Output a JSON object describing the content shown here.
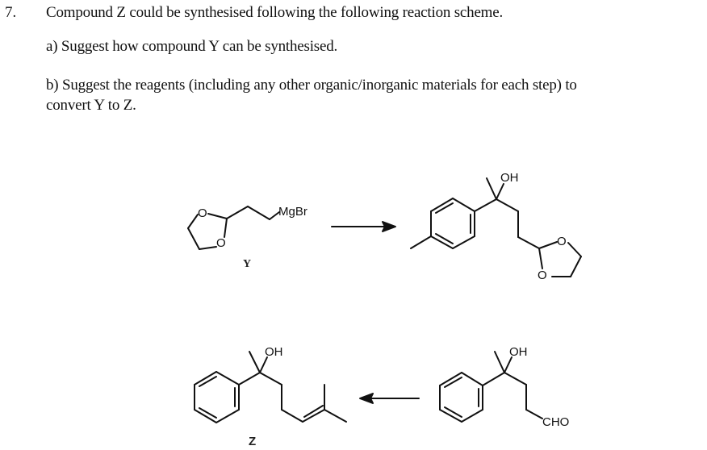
{
  "question": {
    "number": "7.",
    "intro": "Compound Z could be synthesised following the following reaction scheme.",
    "part_a": "a) Suggest how compound Y can be synthesised.",
    "part_b_line1": "b) Suggest the reagents (including any other organic/inorganic materials for each step) to",
    "part_b_line2": "convert Y to Z."
  },
  "scheme": {
    "compound_y": {
      "label": "Y",
      "substituent": "MgBr",
      "ring_atoms": [
        "O",
        "O"
      ]
    },
    "intermediate_1": {
      "hydroxyl": "OH",
      "ring_atoms": [
        "O",
        "O"
      ]
    },
    "intermediate_2": {
      "hydroxyl": "OH",
      "aldehyde": "CHO"
    },
    "compound_z": {
      "label": "Z",
      "hydroxyl": "OH"
    },
    "arrows": [
      {
        "direction": "right",
        "from": "Y",
        "to": "intermediate_1"
      },
      {
        "direction": "left",
        "from": "intermediate_2",
        "to": "Z"
      }
    ]
  }
}
